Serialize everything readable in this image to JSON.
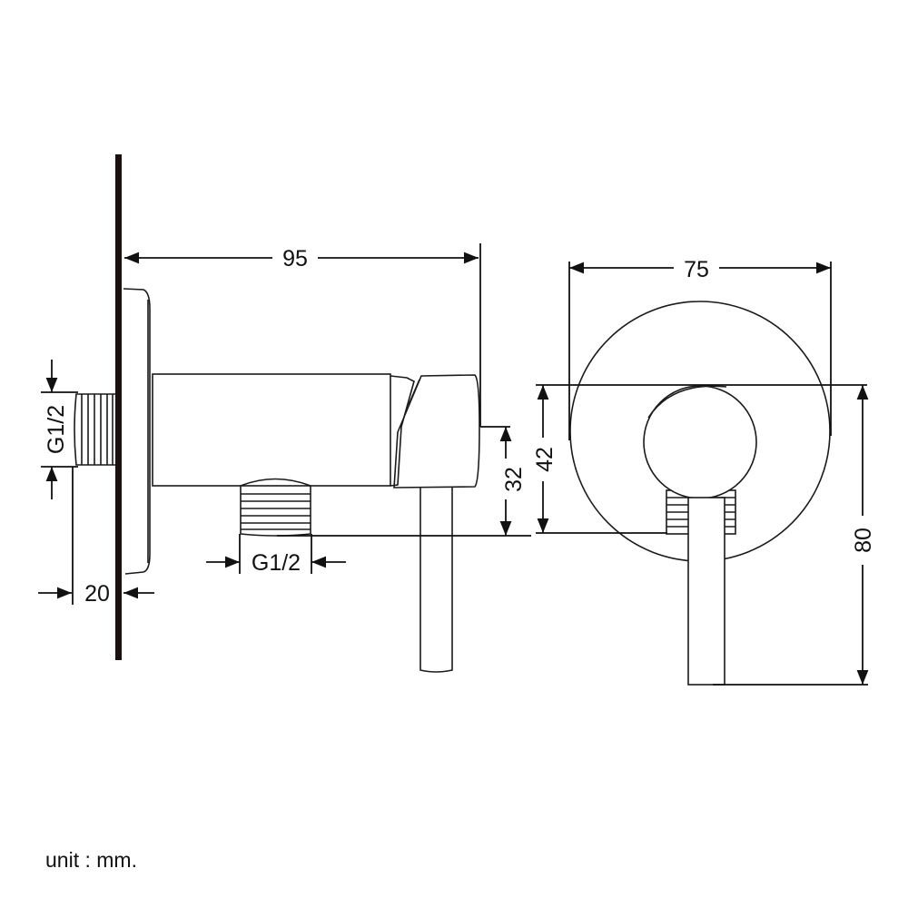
{
  "drawing": {
    "side_view": {
      "length_label": "95",
      "height_label": "32",
      "inlet_thread_label": "G1/2",
      "outlet_thread_label": "G1/2",
      "flange_depth_label": "20"
    },
    "front_view": {
      "diameter_label": "75",
      "center_height_label": "42",
      "overall_height_label": "80"
    },
    "unit_note": "unit : mm.",
    "line_color": "#111111"
  }
}
